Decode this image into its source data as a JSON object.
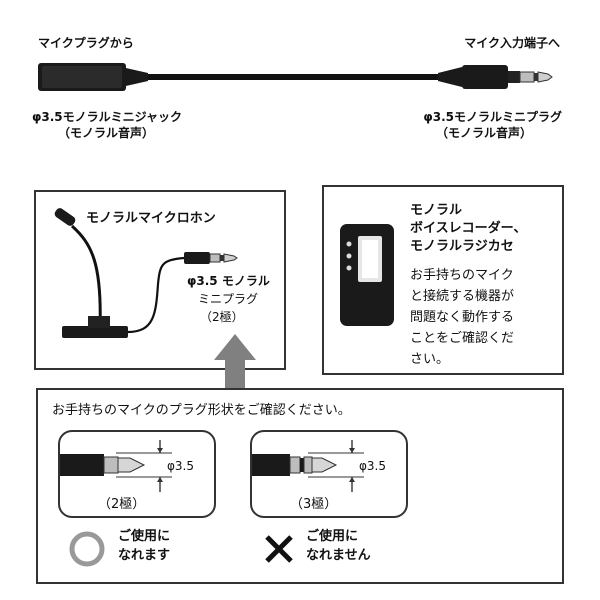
{
  "cable": {
    "left_top": "マイクプラグから",
    "right_top": "マイク入力端子へ",
    "left_spec": "φ3.5モノラルミニジャック",
    "left_sub": "（モノラル音声）",
    "right_spec": "φ3.5モノラルミニプラグ",
    "right_sub": "（モノラル音声）"
  },
  "mic_box": {
    "title": "モノラルマイクロホン",
    "plug_line1": "φ3.5 モノラル",
    "plug_line2": "ミニプラグ",
    "plug_line3": "（2極）"
  },
  "recorder_box": {
    "title_line1": "モノラル",
    "title_line2": "ボイスレコーダー、",
    "title_line3": "モノラルラジカセ",
    "body_line1": "お手持ちのマイク",
    "body_line2": "と接続する機器が",
    "body_line3": "問題なく動作する",
    "body_line4": "ことをご確認くだ",
    "body_line5": "さい。"
  },
  "check_box": {
    "heading": "お手持ちのマイクのプラグ形状をご確認ください。",
    "left": {
      "diameter": "φ3.5",
      "poles": "（2極）",
      "ok_line1": "ご使用に",
      "ok_line2": "なれます"
    },
    "right": {
      "diameter": "φ3.5",
      "poles": "（3極）",
      "ng_line1": "ご使用に",
      "ng_line2": "なれません"
    }
  },
  "colors": {
    "border": "#333333",
    "arrow": "#808080",
    "ink": "#111111"
  },
  "icons": [
    "circle-ok-icon",
    "cross-ng-icon",
    "arrow-up-icon",
    "microphone-icon",
    "recorder-icon",
    "plug-icon",
    "jack-icon"
  ]
}
